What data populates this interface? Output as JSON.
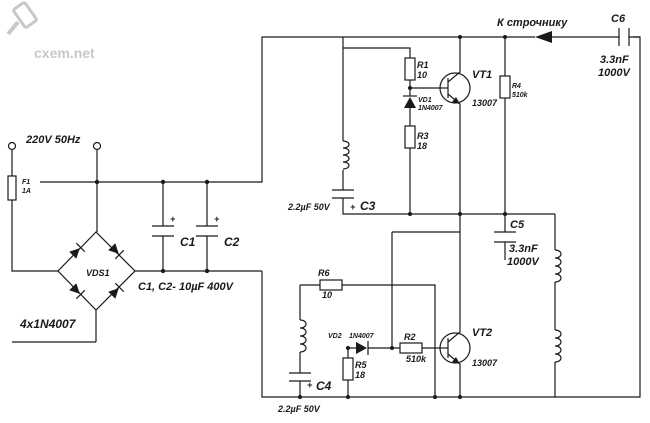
{
  "watermark": {
    "text": "cxem.net",
    "icon": "usb-plug-icon"
  },
  "labels": {
    "mains": "220V 50Hz",
    "fuse_ref": "F1",
    "fuse_val": "1A",
    "bridge_ref": "VDS1",
    "bridge_parts": "4x1N4007",
    "c1": "C1",
    "c2": "C2",
    "c12_note": "C1, C2- 10µF 400V",
    "to_lot": "К строчнику",
    "c6_ref": "C6",
    "c6_val1": "3.3nF",
    "c6_val2": "1000V",
    "r1_ref": "R1",
    "r1_val": "10",
    "vd1_ref": "VD1",
    "vd1_val": "1N4007",
    "r3_ref": "R3",
    "r3_val": "18",
    "vt1_ref": "VT1",
    "vt1_val": "13007",
    "r4_ref": "R4",
    "r4_val": "510k",
    "c3_val": "2.2µF 50V",
    "c3_ref": "C3",
    "c5_ref": "C5",
    "c5_val1": "3.3nF",
    "c5_val2": "1000V",
    "r6_ref": "R6",
    "r6_val": "10",
    "vd2_ref": "VD2",
    "vd2_val": "1N4007",
    "r2_ref": "R2",
    "r2_val": "510k",
    "r5_ref": "R5",
    "r5_val": "18",
    "vt2_ref": "VT2",
    "vt2_val": "13007",
    "c4_ref": "C4",
    "c4_val": "2.2µF 50V",
    "plus": "+"
  }
}
